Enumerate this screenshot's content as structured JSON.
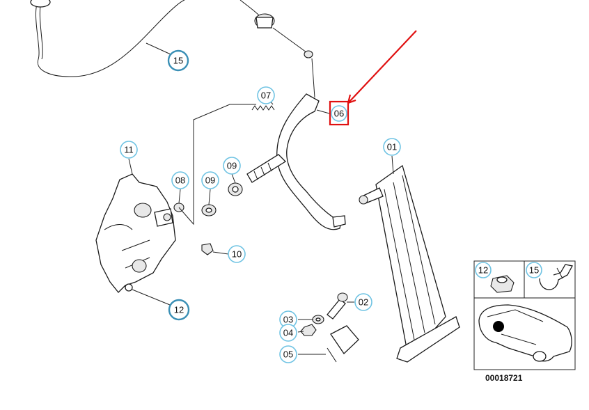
{
  "callouts": {
    "c01": "01",
    "c02": "02",
    "c03": "03",
    "c04": "04",
    "c05": "05",
    "c06": "06",
    "c07": "07",
    "c08": "08",
    "c09a": "09",
    "c09b": "09",
    "c10": "10",
    "c11": "11",
    "c12": "12",
    "c15": "15"
  },
  "inset": {
    "label_12": "12",
    "label_15": "15"
  },
  "figure_number": "00018721",
  "colors": {
    "callout_border": "#6fc3e3",
    "highlight": "#e01010"
  }
}
